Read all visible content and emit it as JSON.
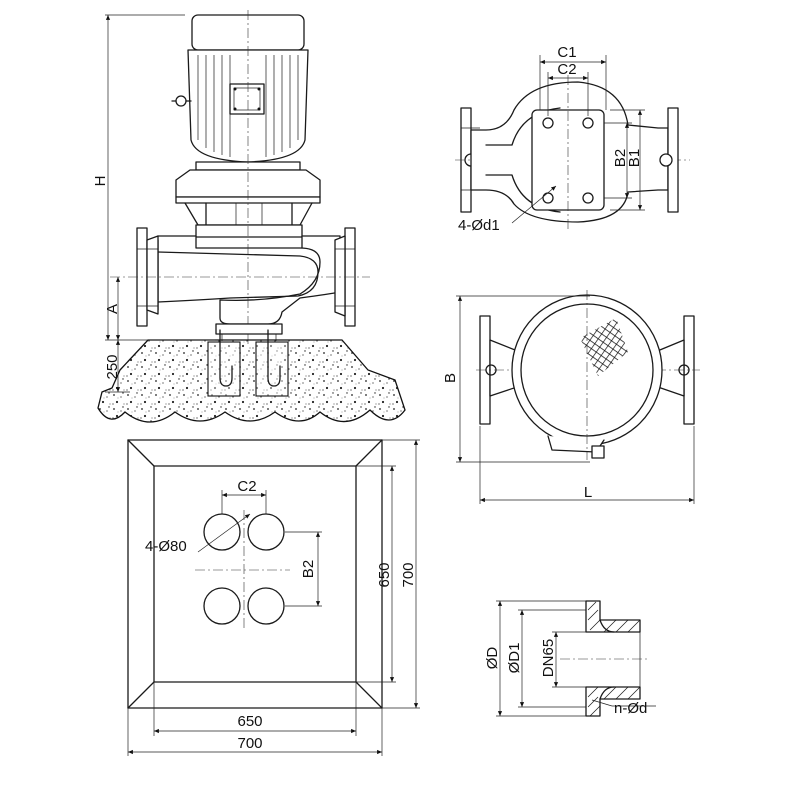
{
  "labels": {
    "H": "H",
    "A": "A",
    "h250": "250",
    "C1": "C1",
    "C2_top": "C2",
    "B2_top": "B2",
    "B1": "B1",
    "d1": "4-Ød1",
    "B": "B",
    "L": "L",
    "C2_base": "C2",
    "d80": "4-Ø80",
    "B2_base": "B2",
    "w650": "650",
    "w700": "700",
    "h650": "650",
    "h700": "700",
    "D": "ØD",
    "D1": "ØD1",
    "DN": "DN65",
    "nd": "n-Ød"
  }
}
